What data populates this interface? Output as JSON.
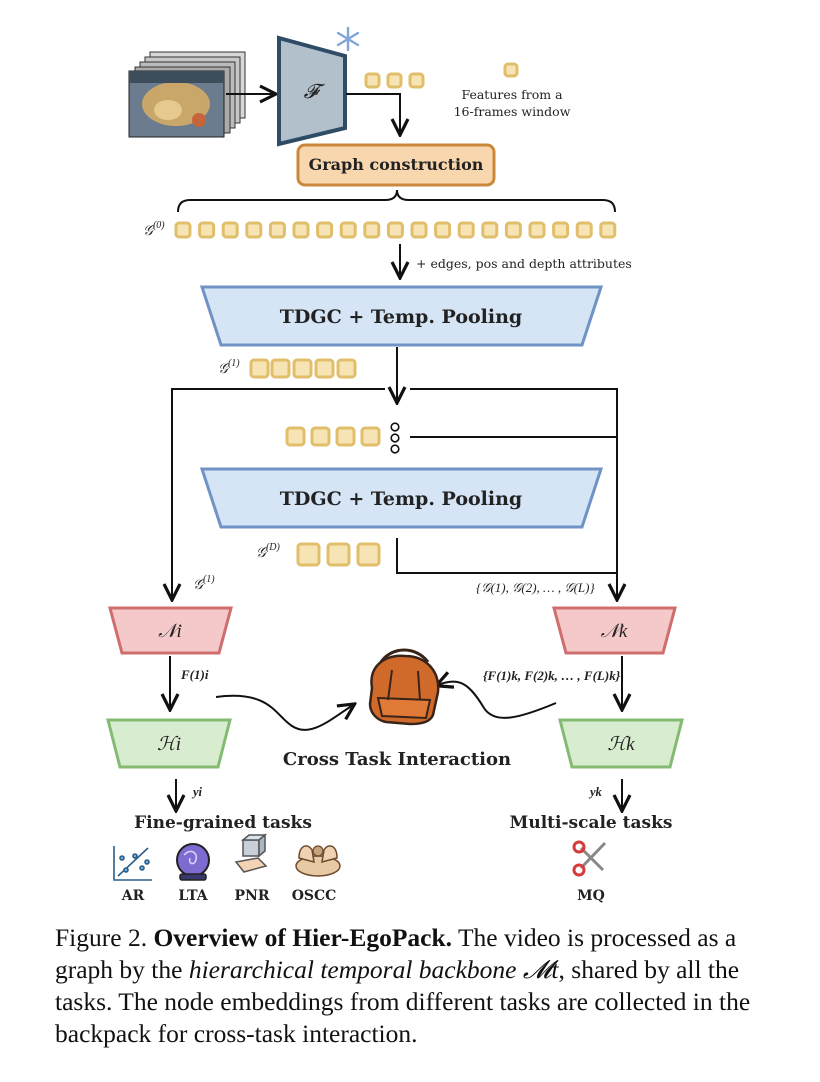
{
  "diagram": {
    "features_label": "𝓕",
    "features_note_line1": "Features from a",
    "features_note_line2": "16-frames window",
    "graph_construction": "Graph construction",
    "g0": "𝒢",
    "g0_sup": "(0)",
    "edges_note": "+ edges, pos and depth attributes",
    "tdgc_label": "TDGC + Temp. Pooling",
    "g1": "𝒢",
    "g1_sup": "(1)",
    "gD": "𝒢",
    "gD_sup": "(D)",
    "g1_left": "𝒢",
    "g1_left_sup": "(1)",
    "g_set": "{𝒢(1), 𝒢(2), … , 𝒢(L)}",
    "N_i": "𝒩i",
    "N_k": "𝒩k",
    "F_i": "F(1)i",
    "F_k_set": "{F(1)k, F(2)k, … , F(L)k}",
    "H_i": "ℋi",
    "H_k": "ℋk",
    "cross_task": "Cross Task Interaction",
    "y_i": "yi",
    "y_k": "yk",
    "fine_grained": "Fine-grained tasks",
    "multi_scale": "Multi-scale tasks",
    "tasks_left": [
      "AR",
      "LTA",
      "PNR",
      "OSCC"
    ],
    "tasks_right": [
      "MQ"
    ]
  },
  "caption": {
    "prefix": "Figure 2.",
    "bold": "Overview of Hier-EgoPack.",
    "text1": " The video is processed as a graph by the ",
    "italic": "hierarchical temporal backbone",
    "math": " 𝓜t",
    "text2": ", shared by all the tasks. The node embeddings from different tasks are collected in the backpack for cross-task interaction."
  },
  "colors": {
    "node_fill": "#f7e4b5",
    "node_stroke": "#e0be6a",
    "graph_fill": "#f8d7ae",
    "graph_stroke": "#c9883a",
    "tdgc_fill": "#d5e5f6",
    "tdgc_stroke": "#6f93c4",
    "N_fill": "#f5c9c9",
    "N_stroke": "#cf6e6e",
    "H_fill": "#d8edcf",
    "H_stroke": "#84bb73",
    "F_fill": "#b2c0cc",
    "F_stroke": "#2f4c66",
    "backpack": "#d06a2a"
  }
}
